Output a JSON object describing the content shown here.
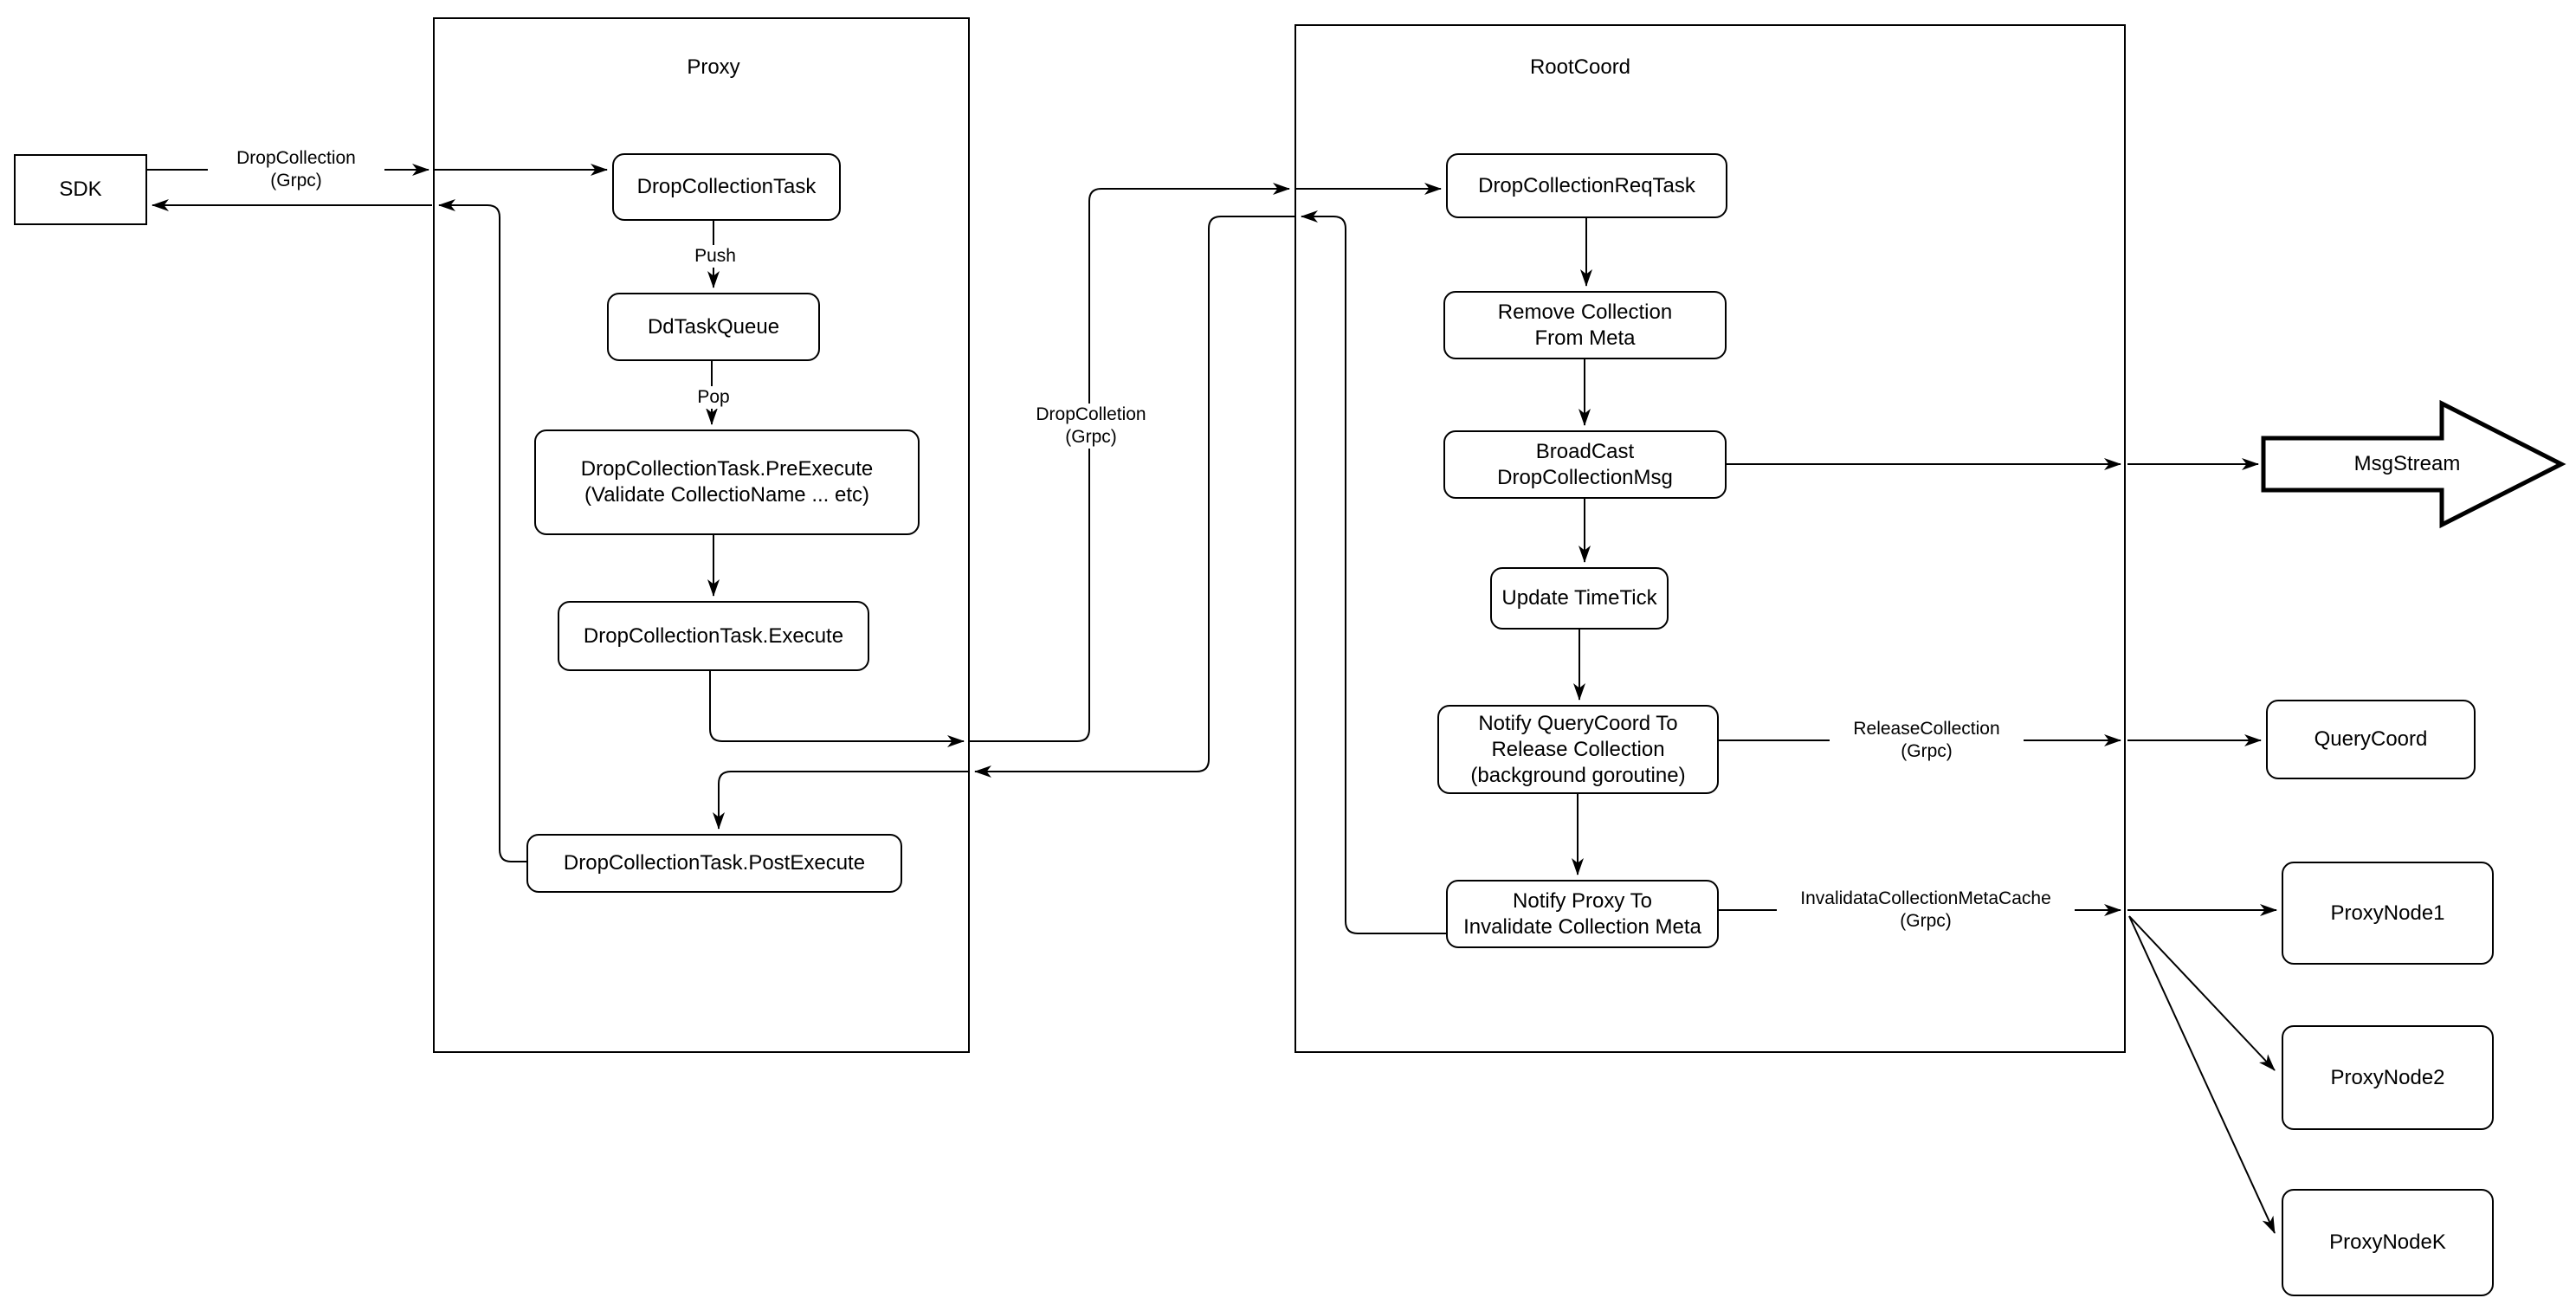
{
  "colors": {
    "stroke": "#000000",
    "node_fill": "#ffffff",
    "background": "#ffffff"
  },
  "containers": {
    "proxy": {
      "label": "Proxy"
    },
    "rootcoord": {
      "label": "RootCoord"
    }
  },
  "nodes": {
    "sdk": {
      "label": "SDK"
    },
    "drop_collection_task": {
      "label": "DropCollectionTask"
    },
    "dd_task_queue": {
      "label": "DdTaskQueue"
    },
    "pre_execute": {
      "label": "DropCollectionTask.PreExecute\n(Validate CollectioName ... etc)"
    },
    "execute": {
      "label": "DropCollectionTask.Execute"
    },
    "post_execute": {
      "label": "DropCollectionTask.PostExecute"
    },
    "req_task": {
      "label": "DropCollectionReqTask"
    },
    "remove_meta": {
      "label": "Remove Collection\nFrom Meta"
    },
    "broadcast": {
      "label": "BroadCast\nDropCollectionMsg"
    },
    "update_timetick": {
      "label": "Update TimeTick"
    },
    "notify_querycoord": {
      "label": "Notify QueryCoord To\nRelease Collection\n(background goroutine)"
    },
    "notify_proxy": {
      "label": "Notify Proxy To\nInvalidate Collection Meta"
    },
    "msgstream": {
      "label": "MsgStream"
    },
    "querycoord": {
      "label": "QueryCoord"
    },
    "proxynode1": {
      "label": "ProxyNode1"
    },
    "proxynode2": {
      "label": "ProxyNode2"
    },
    "proxynodek": {
      "label": "ProxyNodeK"
    }
  },
  "edge_labels": {
    "grpc_top": "DropCollection\n(Grpc)",
    "grpc_mid": "DropColletion\n(Grpc)",
    "push": "Push",
    "pop": "Pop",
    "release": "ReleaseCollection\n(Grpc)",
    "invalidate": "InvalidataCollectionMetaCache\n(Grpc)"
  }
}
